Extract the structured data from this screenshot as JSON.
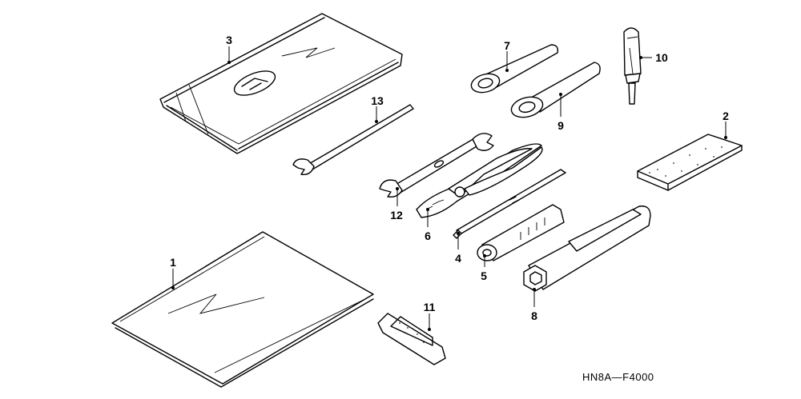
{
  "diagram_code": "HN8A—F4000",
  "callouts": {
    "c1": "1",
    "c2": "2",
    "c3": "3",
    "c4": "4",
    "c5": "5",
    "c6": "6",
    "c7": "7",
    "c8": "8",
    "c9": "9",
    "c10": "10",
    "c11": "11",
    "c12": "12",
    "c13": "13"
  }
}
